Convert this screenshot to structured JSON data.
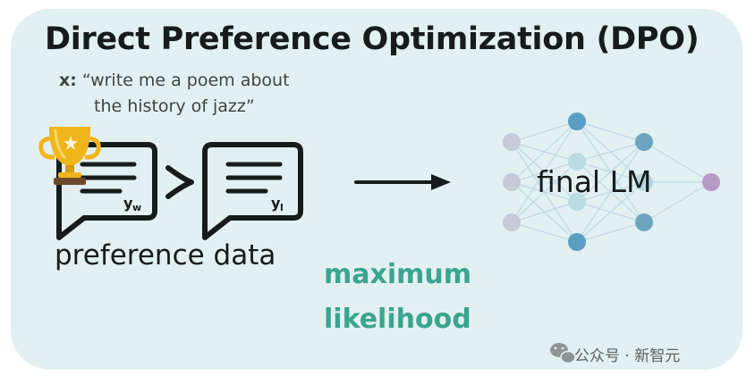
{
  "title": "Direct Preference Optimization (DPO)",
  "prompt": {
    "label": "x:",
    "line1": "“write me a poem about",
    "line2": "the history of jazz”"
  },
  "preference": {
    "winner_subscript": "w",
    "loser_subscript": "l",
    "caption": "preference data"
  },
  "arrow_label": {
    "line1": "maximum",
    "line2": "likelihood"
  },
  "model_label": "final LM",
  "watermark": "公众号 · 新智元",
  "icons": [
    "trophy-icon",
    "chat-bubble-icon",
    "succeeds-symbol",
    "arrow-right-icon",
    "neural-network-icon",
    "wechat-icon"
  ],
  "colors": {
    "panel_background": "#e3f0f1",
    "accent_green": "#3aa58e",
    "trophy_gold": "#f1b51c",
    "node_blue": "#5a9ec2",
    "node_grey": "#c5ccd8",
    "node_purple": "#b79ac6"
  }
}
